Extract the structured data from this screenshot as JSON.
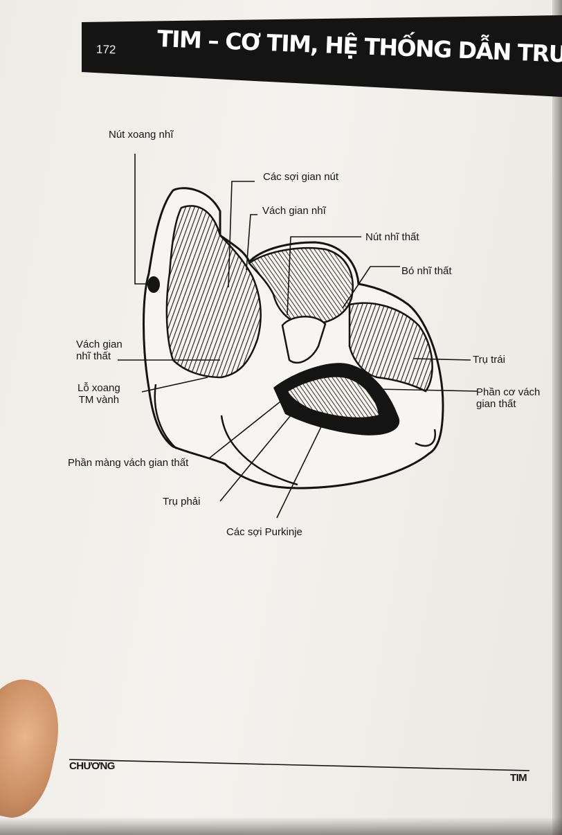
{
  "header": {
    "page_number": "172",
    "chapter_title": "TIM – CƠ TIM, HỆ THỐNG DẪN TRUYỀN"
  },
  "figure": {
    "labels": {
      "nut_xoang_nhi": "Nút xoang nhĩ",
      "cac_soi_gian_nut": "Các sợi gian nút",
      "vach_gian_nhi": "Vách gian nhĩ",
      "nut_nhi_that": "Nút nhĩ thất",
      "bo_nhi_that": "Bó nhĩ thất",
      "vach_gian_nhi_that": "Vách gian\nnhĩ thất",
      "lo_xoang_tm_vanh": "Lỗ xoang\nTM vành",
      "tru_trai": "Trụ trái",
      "phan_co_vach_gian_that": "Phần cơ vách\ngian thất",
      "phan_mang_vach_gian_that": "Phần màng vách gian thất",
      "tru_phai": "Trụ phải",
      "cac_soi_purkinje": "Các sợi Purkinje"
    }
  },
  "footer": {
    "chapter_label": "CHƯƠNG",
    "subject": "TIM"
  },
  "colors": {
    "header_band": "#141414",
    "ink": "#141414",
    "paper": "#f2f0eb"
  }
}
